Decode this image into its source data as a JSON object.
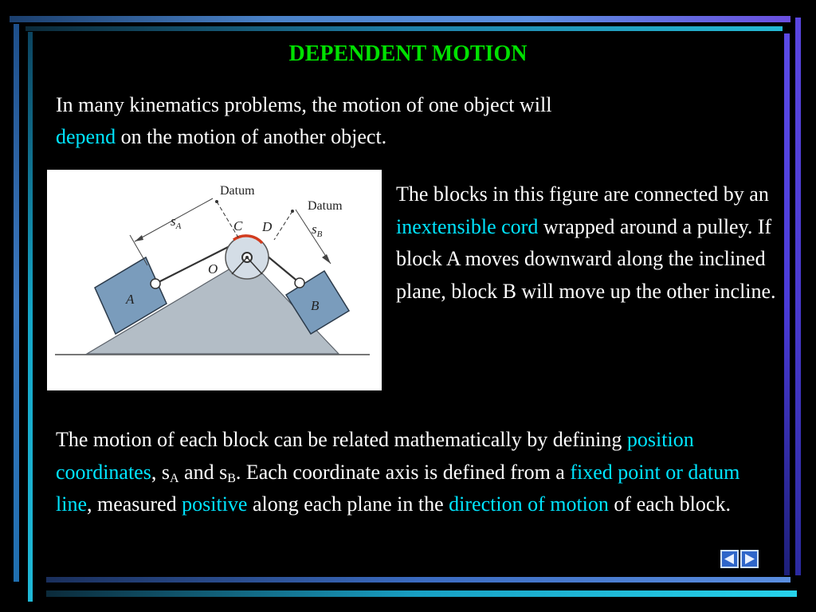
{
  "slide": {
    "title": "DEPENDENT MOTION",
    "intro": {
      "part1": "In many kinematics problems, the motion of one object will",
      "highlight": "depend",
      "part2": " on the motion of another object."
    },
    "description": {
      "part1": "The blocks in this figure are connected by an ",
      "highlight": "inextensible cord",
      "part2": " wrapped around a pulley.  If block A moves downward along the inclined plane, block B will move up the other incline."
    },
    "coordinates": {
      "t1": "The motion of each block can be related mathematically by defining ",
      "h1": "position coordinates",
      "t2": ", s",
      "sub_a": "A",
      "t3": " and s",
      "sub_b": "B",
      "t4": ".  Each coordinate axis is defined from a ",
      "h2": "fixed point or datum line",
      "t5": ", measured ",
      "h3": "positive",
      "t6": " along each plane in the ",
      "h4": "direction of motion",
      "t7": " of each block."
    }
  },
  "figure": {
    "datum_left": "Datum",
    "datum_right": "Datum",
    "label_sa": "s",
    "label_sa_sub": "A",
    "label_sb": "s",
    "label_sb_sub": "B",
    "label_c": "C",
    "label_d": "D",
    "label_o": "O",
    "label_a": "A",
    "label_b": "B"
  },
  "navigation": {
    "prev_icon": "triangle-left-icon",
    "next_icon": "triangle-right-icon"
  },
  "colors": {
    "title": "#00e000",
    "highlight": "#00e5ff",
    "text": "#ffffff",
    "background": "#000000",
    "block": "#7a9cbc",
    "incline": "#b3bdc6"
  }
}
